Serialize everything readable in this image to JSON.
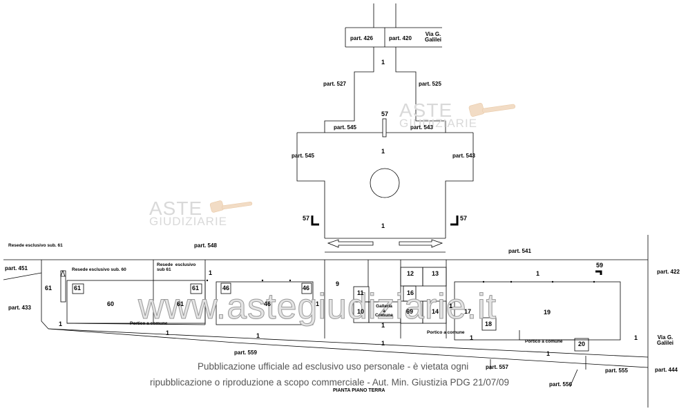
{
  "parcels": {
    "p426": "part. 426",
    "p420": "part. 420",
    "via_galilei_top": "Via G.\nGalilei",
    "p527": "part. 527",
    "p525": "part. 525",
    "p545_a": "part. 545",
    "p543_a": "part. 543",
    "p545_b": "part. 545",
    "p543_b": "part. 543",
    "p548": "part. 548",
    "p541": "part. 541",
    "p451": "part. 451",
    "p433": "part. 433",
    "p422": "part. 422",
    "via_galilei_right": "Via G.\nGalilei",
    "p559": "part. 559",
    "p557": "part. 557",
    "p555": "part. 555",
    "p556": "part. 556",
    "p444": "part. 444"
  },
  "areas": {
    "resede61_top": "Resede esclusivo sub. 61",
    "resede60": "Resede  esclusivo sub. 60",
    "resede61_mid": "Resede  esclusivo\nsub 61",
    "portico_left": "Portico  a comune",
    "portico_right": "Portico  a comune",
    "portico_right2": "Portico a comune",
    "galleria": "Galleria\na\nComune"
  },
  "rooms": {
    "r1_top": "1",
    "r57_top": "57",
    "r1_mid": "1",
    "r1_center": "1",
    "r57_left": "57",
    "r57_right": "57",
    "r61_a": "61",
    "r61_b": "61",
    "r60": "60",
    "r61_c": "61",
    "r61_d": "61",
    "r46_a": "46",
    "r46_b": "46",
    "r46_c": "46",
    "r1_res": "1",
    "r1_left": "1",
    "r9": "9",
    "r11": "11",
    "r10": "10",
    "r1_gal": "1",
    "r12": "12",
    "r13": "13",
    "r16": "16",
    "r69": "69",
    "r14": "14",
    "r1_g2": "1",
    "r17": "17",
    "r18": "18",
    "r19": "19",
    "r59": "59",
    "r1_right_top": "1",
    "r1_right_edge": "1",
    "r20": "20",
    "r1_b1": "1",
    "r1_b2": "1",
    "r1_b3": "1",
    "r1_b4": "1",
    "r1_b5": "1",
    "r1_b6": "1"
  },
  "watermark": {
    "aste": "ASTE",
    "giudiziarie": "GIUDIZIARIE",
    "site": "www.astegiudiziarie.it"
  },
  "notice": {
    "line1": "Pubblicazione ufficiale ad esclusivo uso personale - è vietata ogni",
    "line2": "ripubblicazione o riproduzione a scopo commerciale - Aut. Min. Giustizia PDG 21/07/09"
  },
  "plan_title": "PIANTA PIANO TERRA",
  "colors": {
    "ink": "#000000",
    "watermark": "#d9d9d9",
    "gavel": "#f0d9c0",
    "notice": "#555555"
  }
}
